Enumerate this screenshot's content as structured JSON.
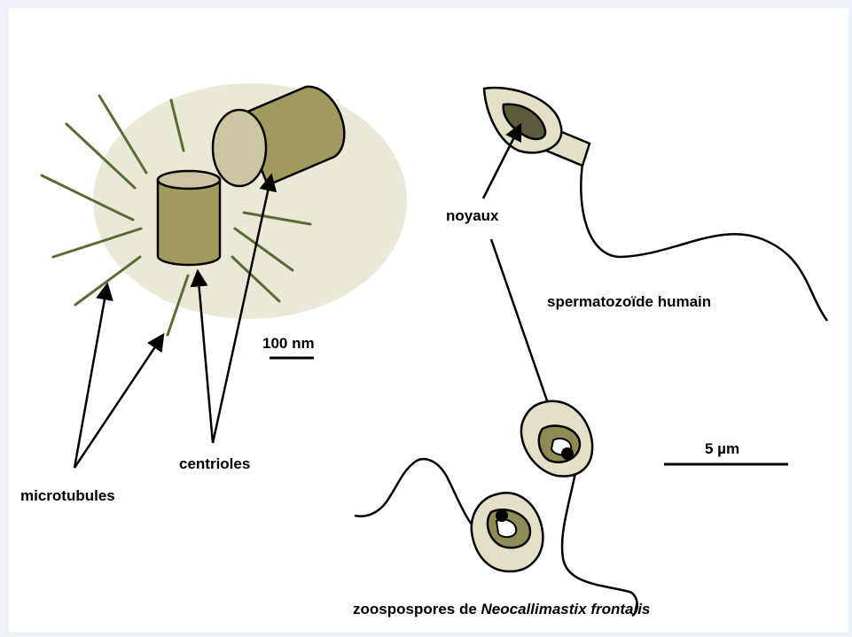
{
  "labels": {
    "microtubules": "microtubules",
    "centrioles": "centrioles",
    "scale_small": "100 nm",
    "noyaux": "noyaux",
    "spermatozoide": "spermatozoïde humain",
    "scale_large": "5 µm",
    "zoospores_prefix": "zoospospores de ",
    "zoospores_species": "Neocallimastix frontalis"
  },
  "colors": {
    "cytoplasm_halo": "#ece8d8",
    "centriole_body": "#a09a5c",
    "centriole_top": "#cbc5a1",
    "microtubule": "#5b6b34",
    "cell_membrane": "#e4e0c8",
    "nucleus_dark": "#5b5a3a",
    "nucleus_mid": "#8f8b55",
    "outline": "#000000"
  }
}
